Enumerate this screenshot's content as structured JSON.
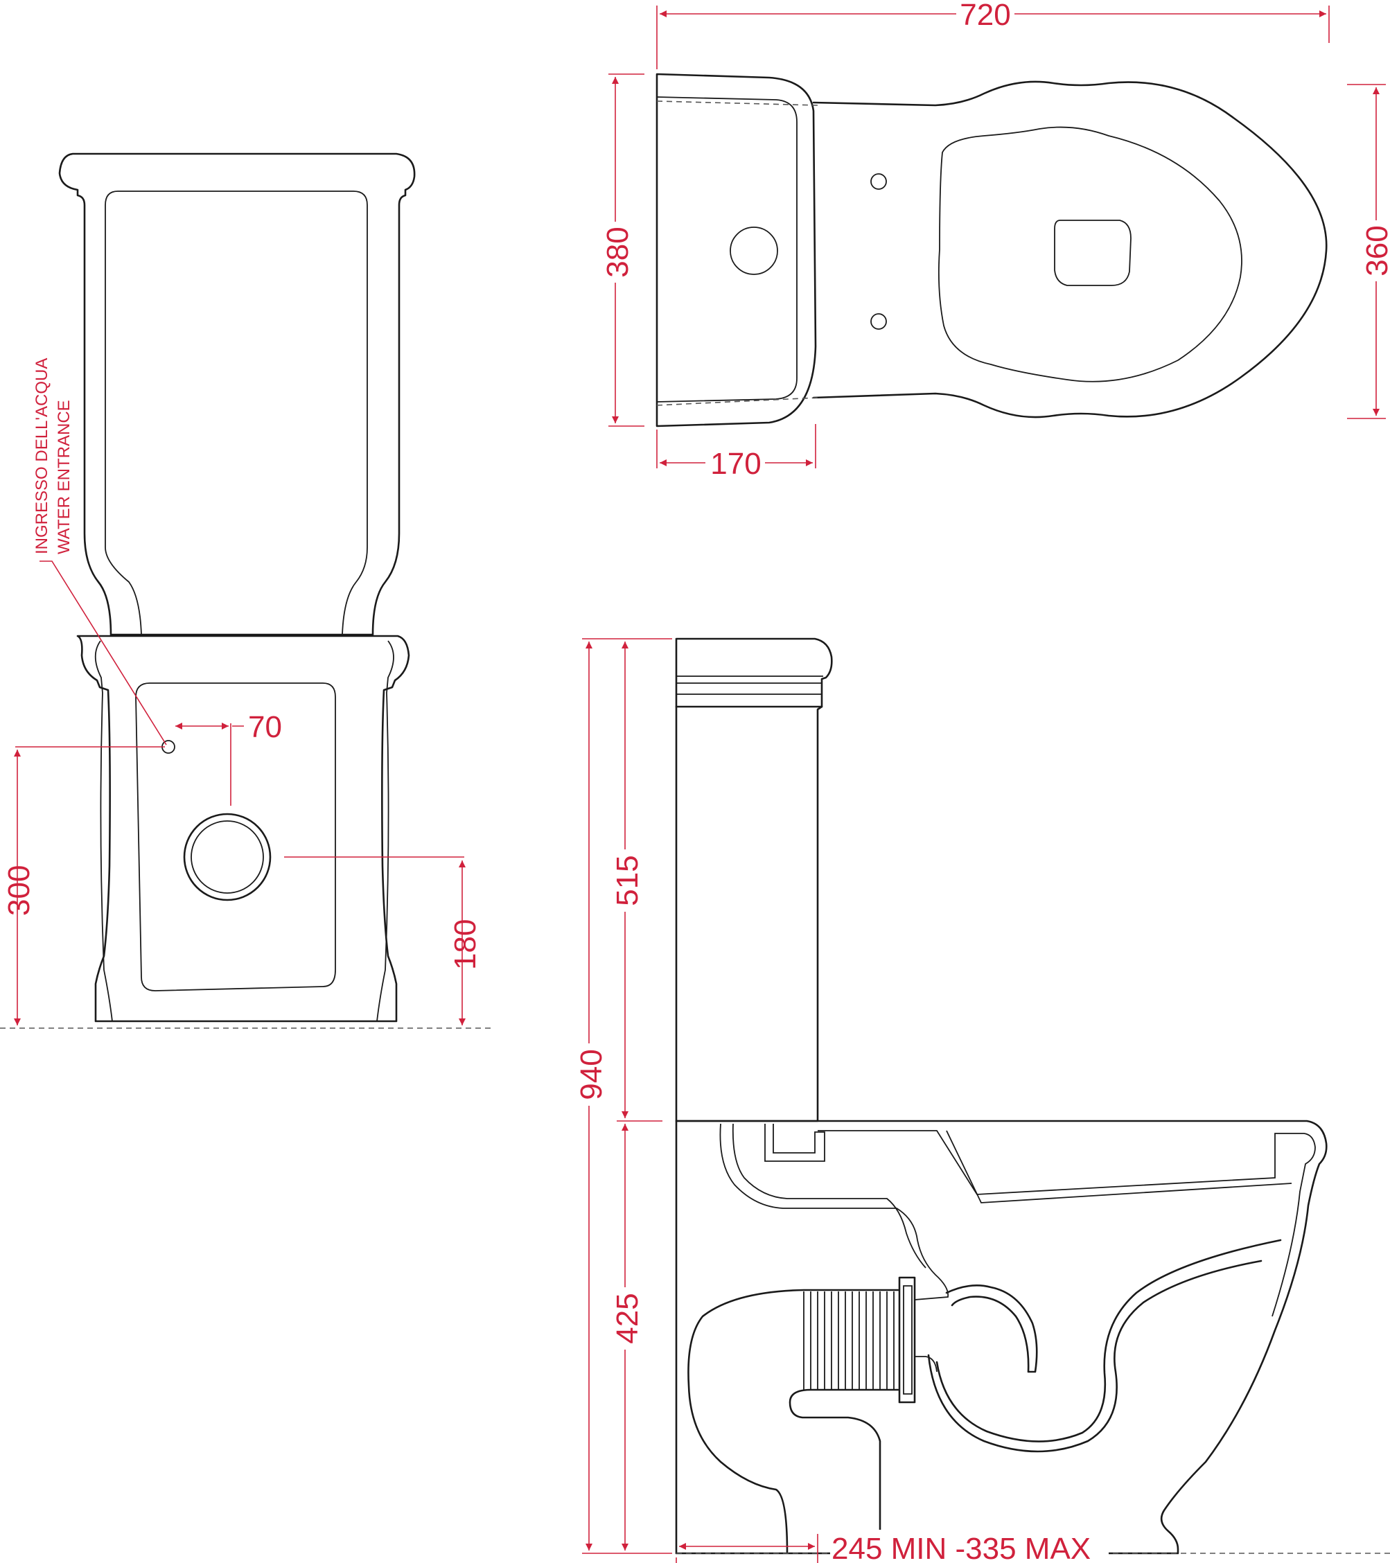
{
  "dimensions": {
    "top_length": "720",
    "top_depth_tank": "380",
    "top_depth_bowl": "360",
    "top_tank_depth": "170",
    "front_inlet_offset": "70",
    "front_inlet_height": "300",
    "front_outlet_height": "180",
    "side_total_height": "940",
    "side_tank_height": "515",
    "side_bowl_height": "425",
    "side_outlet_distance": "245 MIN -335 MAX"
  },
  "notes": {
    "water_entrance_it": "INGRESSO DELL'ACQUA",
    "water_entrance_en": "WATER ENTRANCE"
  },
  "colors": {
    "dimension": "#d0213c",
    "outline": "#1a1a1a"
  }
}
